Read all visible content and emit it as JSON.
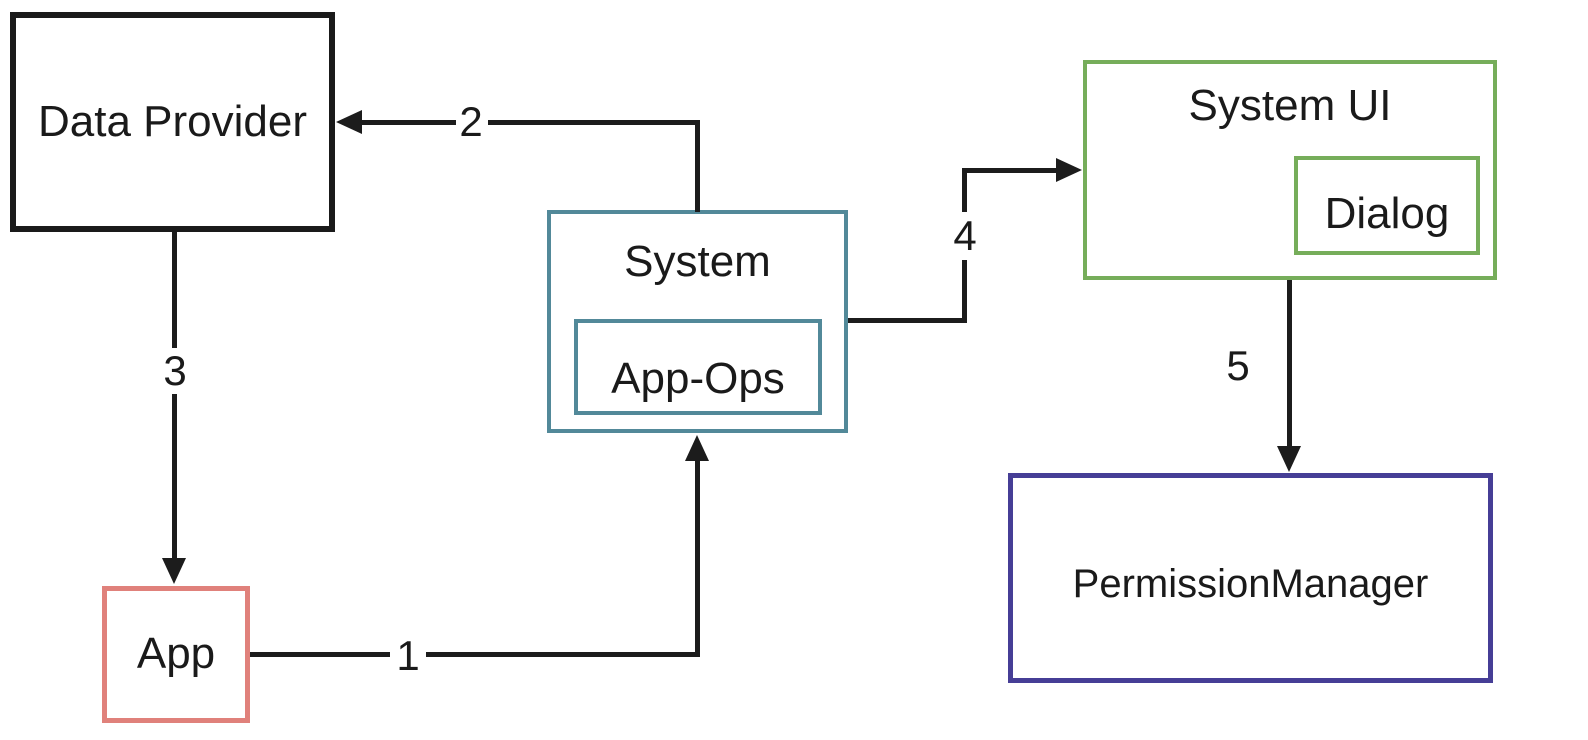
{
  "diagram": {
    "background_color": "#ffffff",
    "line_color": "#1c1c1c",
    "text_color": "#1a1a1a",
    "nodes": {
      "data_provider": {
        "label": "Data Provider",
        "border_color": "#1a1a1a"
      },
      "app": {
        "label": "App",
        "border_color": "#e0817b"
      },
      "system": {
        "label": "System",
        "border_color": "#528999"
      },
      "app_ops": {
        "label": "App-Ops",
        "border_color": "#528999"
      },
      "system_ui": {
        "label": "System UI",
        "border_color": "#76ad5a"
      },
      "dialog": {
        "label": "Dialog",
        "border_color": "#76ad5a"
      },
      "permission_manager": {
        "label": "PermissionManager",
        "border_color": "#463e96"
      }
    },
    "edges": [
      {
        "label": "1",
        "from": "App",
        "to": "System"
      },
      {
        "label": "2",
        "from": "System",
        "to": "Data Provider"
      },
      {
        "label": "3",
        "from": "Data Provider",
        "to": "App"
      },
      {
        "label": "4",
        "from": "System",
        "to": "System UI"
      },
      {
        "label": "5",
        "from": "System UI",
        "to": "PermissionManager"
      }
    ]
  }
}
